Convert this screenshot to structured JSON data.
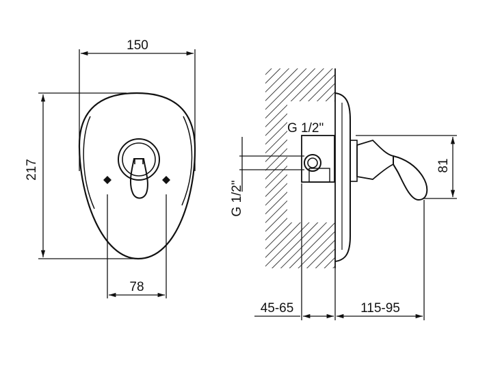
{
  "dimensions": {
    "front_width": "150",
    "front_height": "217",
    "front_spacing": "78",
    "side_wall_depth": "45-65",
    "side_projection": "115-95",
    "side_height": "81",
    "thread_top": "G  1/2\"",
    "thread_left": "G  1/2\""
  },
  "colors": {
    "ink": "#111111",
    "background": "#ffffff"
  }
}
